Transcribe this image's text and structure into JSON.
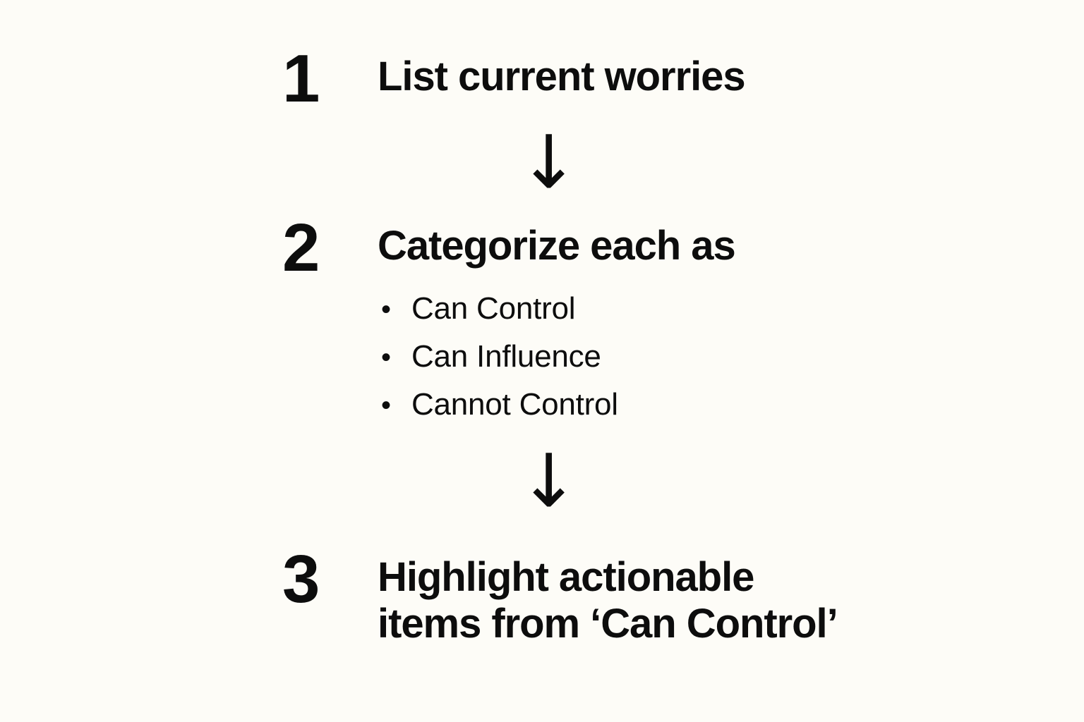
{
  "page": {
    "background_color": "#fdfcf7",
    "text_color": "#0d0d0d",
    "type": "numbered-process-flow"
  },
  "steps": [
    {
      "number": "1",
      "title": "List current worries",
      "bullets": []
    },
    {
      "number": "2",
      "title": "Categorize each as",
      "bullets": [
        {
          "marker": "•",
          "label": "Can Control"
        },
        {
          "marker": "•",
          "label": "Can Influence"
        },
        {
          "marker": "•",
          "label": "Cannot Control"
        }
      ]
    },
    {
      "number": "3",
      "title": "Highlight actionable\nitems from ‘Can Control’",
      "bullets": []
    }
  ],
  "connectors": [
    {
      "glyph": "↓",
      "name": "down-arrow"
    },
    {
      "glyph": "↓",
      "name": "down-arrow"
    }
  ]
}
